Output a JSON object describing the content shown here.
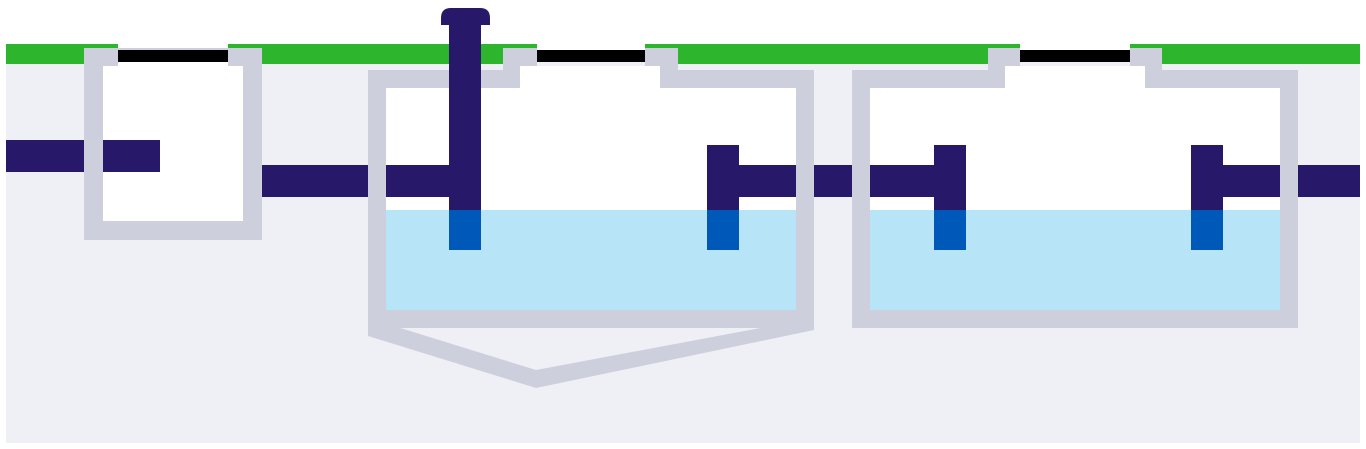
{
  "diagram": {
    "subject": "septic-system-cross-section",
    "colors": {
      "ground": "#eff0f5",
      "grass": "#2db52d",
      "tank_wall": "#cdcfdc",
      "tank_interior": "#ffffff",
      "pipe": "#28186a",
      "pipe_submerged": "#0059b8",
      "water": "#b8e4f8",
      "lid": "#000000"
    },
    "components": [
      "inspection-chamber",
      "primary-tank",
      "secondary-tank",
      "vent-pipe",
      "inlet-pipe",
      "outlet-pipe"
    ]
  }
}
